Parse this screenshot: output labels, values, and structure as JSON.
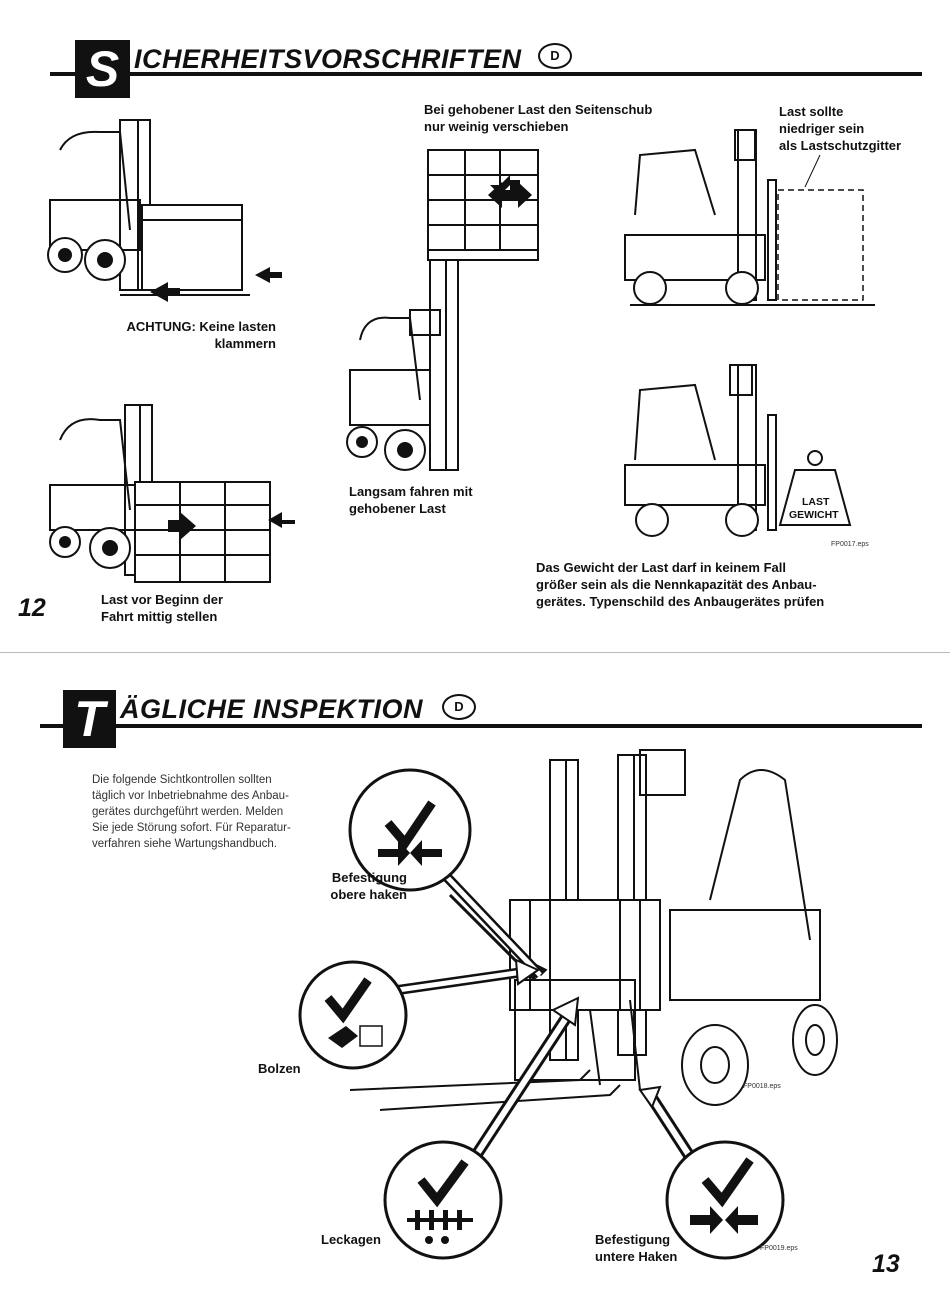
{
  "top": {
    "initial": "S",
    "title": "ICHERHEITSVORSCHRIFTEN",
    "badge": "D",
    "captions": {
      "side_shift": "Bei gehobener Last den Seitenschub\nnur weinig verschieben",
      "load_lower": "Last sollte\nniedriger sein\nals Lastschutzgitter",
      "achtung": "ACHTUNG: Keine lasten\nklammern",
      "drive_slow": "Langsam fahren mit\ngehobener Last",
      "center": "Last vor Beginn der\nFahrt mittig stellen",
      "weight": "Das Gewicht der Last darf in keinem Fall\ngrößer sein als die Nennkapazität des Anbau-\ngerätes. Typenschild des Anbaugerätes prüfen"
    },
    "last_gewicht": [
      "LAST",
      "GEWICHT"
    ],
    "file_tag": "FP0017.eps",
    "page_number": "12"
  },
  "bottom": {
    "initial": "T",
    "title": "ÄGLICHE INSPEKTION",
    "badge": "D",
    "intro": "Die folgende Sichtkontrollen sollten\ntäglich vor Inbetriebnahme des Anbau-\ngerätes durchgeführt werden. Melden\nSie jede Störung sofort. Für Reparatur-\nverfahren siehe Wartungshandbuch.",
    "labels": {
      "upper_hooks": "Befestigung\nobere haken",
      "bolts": "Bolzen",
      "leaks": "Leckagen",
      "lower_hooks": "Befestigung\nuntere Haken"
    },
    "file_tag_1": "FP0018.eps",
    "file_tag_2": "FP0019.eps",
    "page_number": "13"
  }
}
